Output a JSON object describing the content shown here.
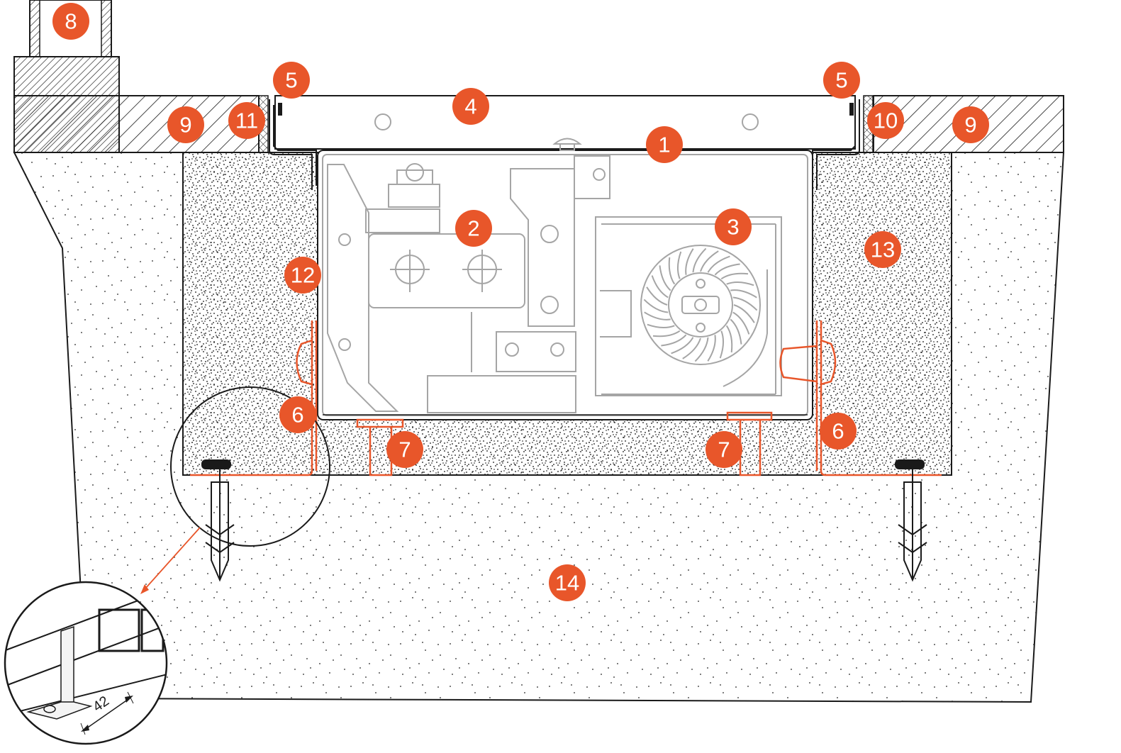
{
  "callouts": {
    "c1": "1",
    "c2": "2",
    "c3": "3",
    "c4": "4",
    "c5a": "5",
    "c5b": "5",
    "c6a": "6",
    "c6b": "6",
    "c7a": "7",
    "c7b": "7",
    "c8": "8",
    "c9a": "9",
    "c9b": "9",
    "c10": "10",
    "c11": "11",
    "c12": "12",
    "c13": "13",
    "c14": "14"
  },
  "detail": {
    "dimension_label": "42"
  },
  "colors": {
    "accent": "#e8562a",
    "line": "#1a1a1a",
    "unit_gray": "#a5a5a5"
  }
}
